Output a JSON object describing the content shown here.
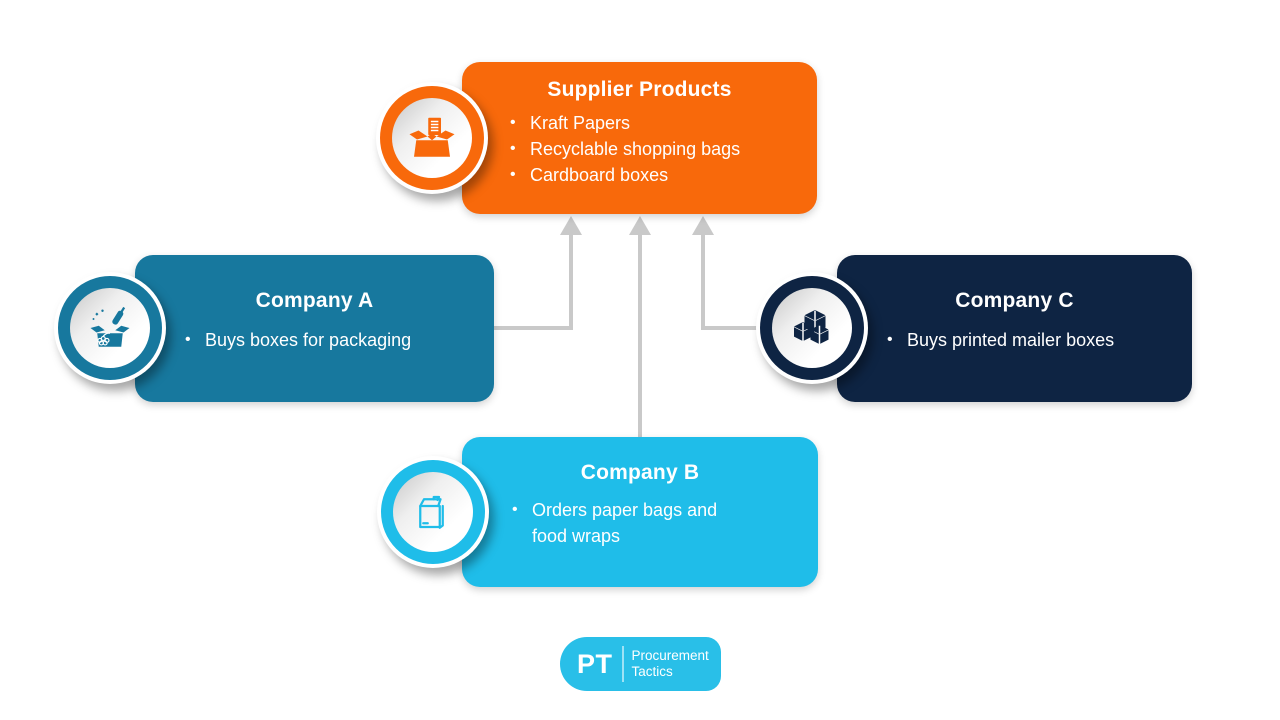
{
  "diagram": {
    "supplier": {
      "title": "Supplier Products",
      "bullets": [
        "Kraft Papers",
        "Recyclable shopping bags",
        "Cardboard boxes"
      ],
      "color": "#F8690B",
      "icon": "open-box-icon"
    },
    "company_a": {
      "title": "Company A",
      "bullets": [
        "Buys boxes for packaging"
      ],
      "color": "#17789E",
      "icon": "gift-box-icon"
    },
    "company_b": {
      "title": "Company B",
      "bullets": [
        "Orders paper bags and food wraps"
      ],
      "color": "#1FBDE9",
      "icon": "paper-bag-icon"
    },
    "company_c": {
      "title": "Company C",
      "bullets": [
        "Buys printed mailer boxes"
      ],
      "color": "#0E2443",
      "icon": "parcel-boxes-icon"
    }
  },
  "connectors": {
    "color": "#C9C9C9",
    "bullet_glyph": "•"
  },
  "logo": {
    "monogram": "PT",
    "name_line1": "Procurement",
    "name_line2": "Tactics",
    "bg_color": "#29BFE8"
  }
}
